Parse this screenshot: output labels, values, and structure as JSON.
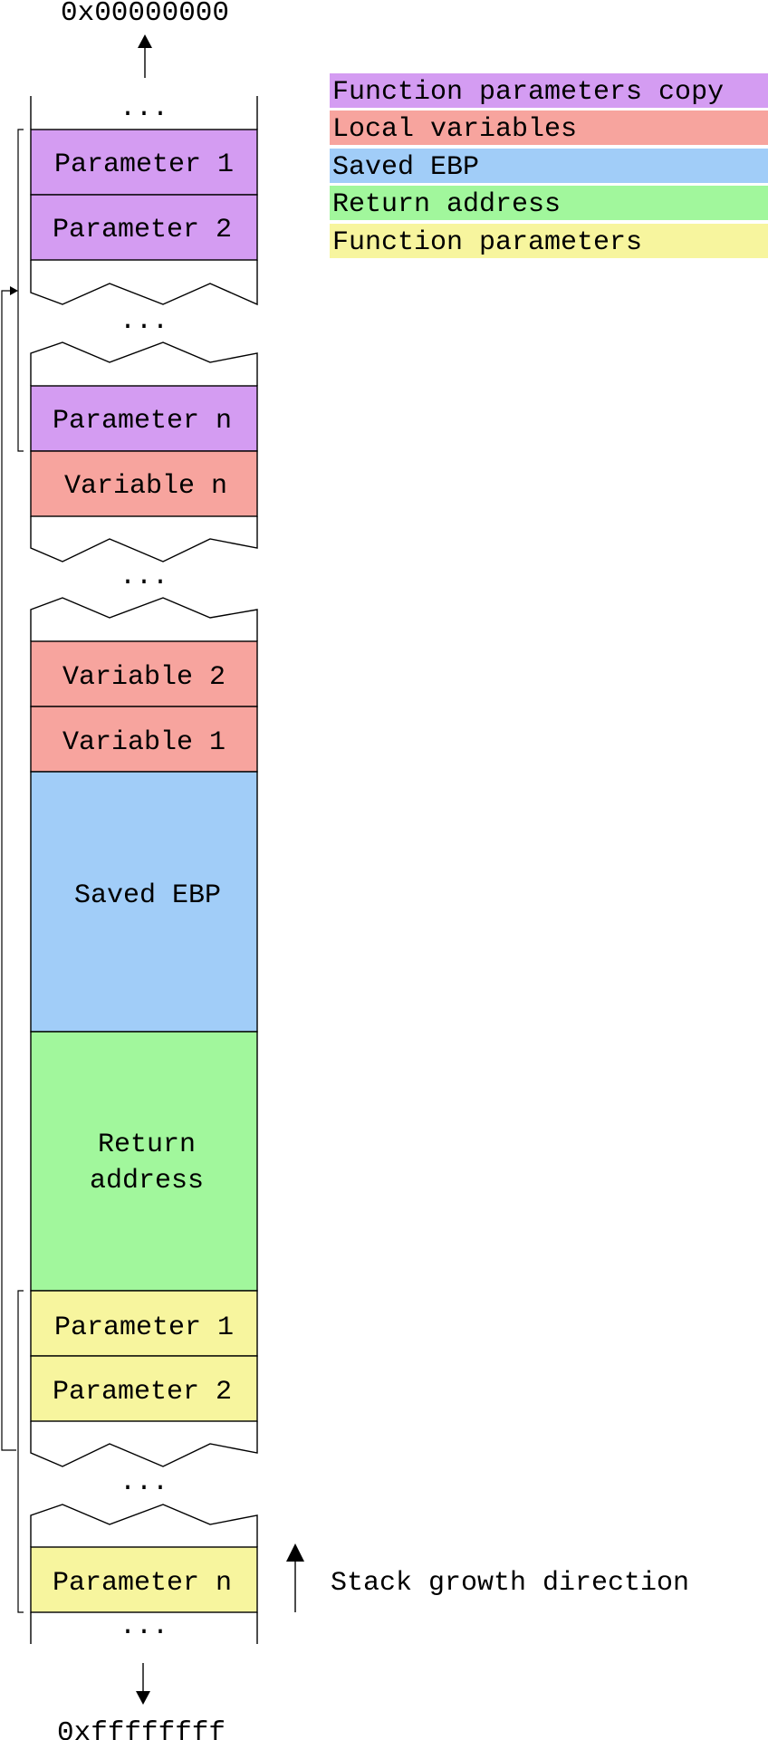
{
  "addresses": {
    "top": "0x00000000",
    "bottom": "0xffffffff"
  },
  "ellipsis": "...",
  "colors": {
    "param_copy": "#d49cf2",
    "local_var": "#f7a49e",
    "saved_ebp": "#a1cdf8",
    "return_addr": "#a1f79c",
    "func_param": "#f7f59e"
  },
  "legend": [
    {
      "label": "Function parameters copy",
      "color": "#d49cf2"
    },
    {
      "label": "Local variables",
      "color": "#f7a49e"
    },
    {
      "label": "Saved EBP",
      "color": "#a1cdf8"
    },
    {
      "label": "Return address",
      "color": "#a1f79c"
    },
    {
      "label": "Function parameters",
      "color": "#f7f59e"
    }
  ],
  "stack": {
    "copy_param_1": "Parameter 1",
    "copy_param_2": "Parameter 2",
    "copy_param_n": "Parameter n",
    "var_n": "Variable n",
    "var_2": "Variable 2",
    "var_1": "Variable 1",
    "saved_ebp": "Saved EBP",
    "return_line1": "Return",
    "return_line2": "address",
    "func_param_1": "Parameter 1",
    "func_param_2": "Parameter 2",
    "func_param_n": "Parameter n"
  },
  "growth_label": "Stack growth direction"
}
